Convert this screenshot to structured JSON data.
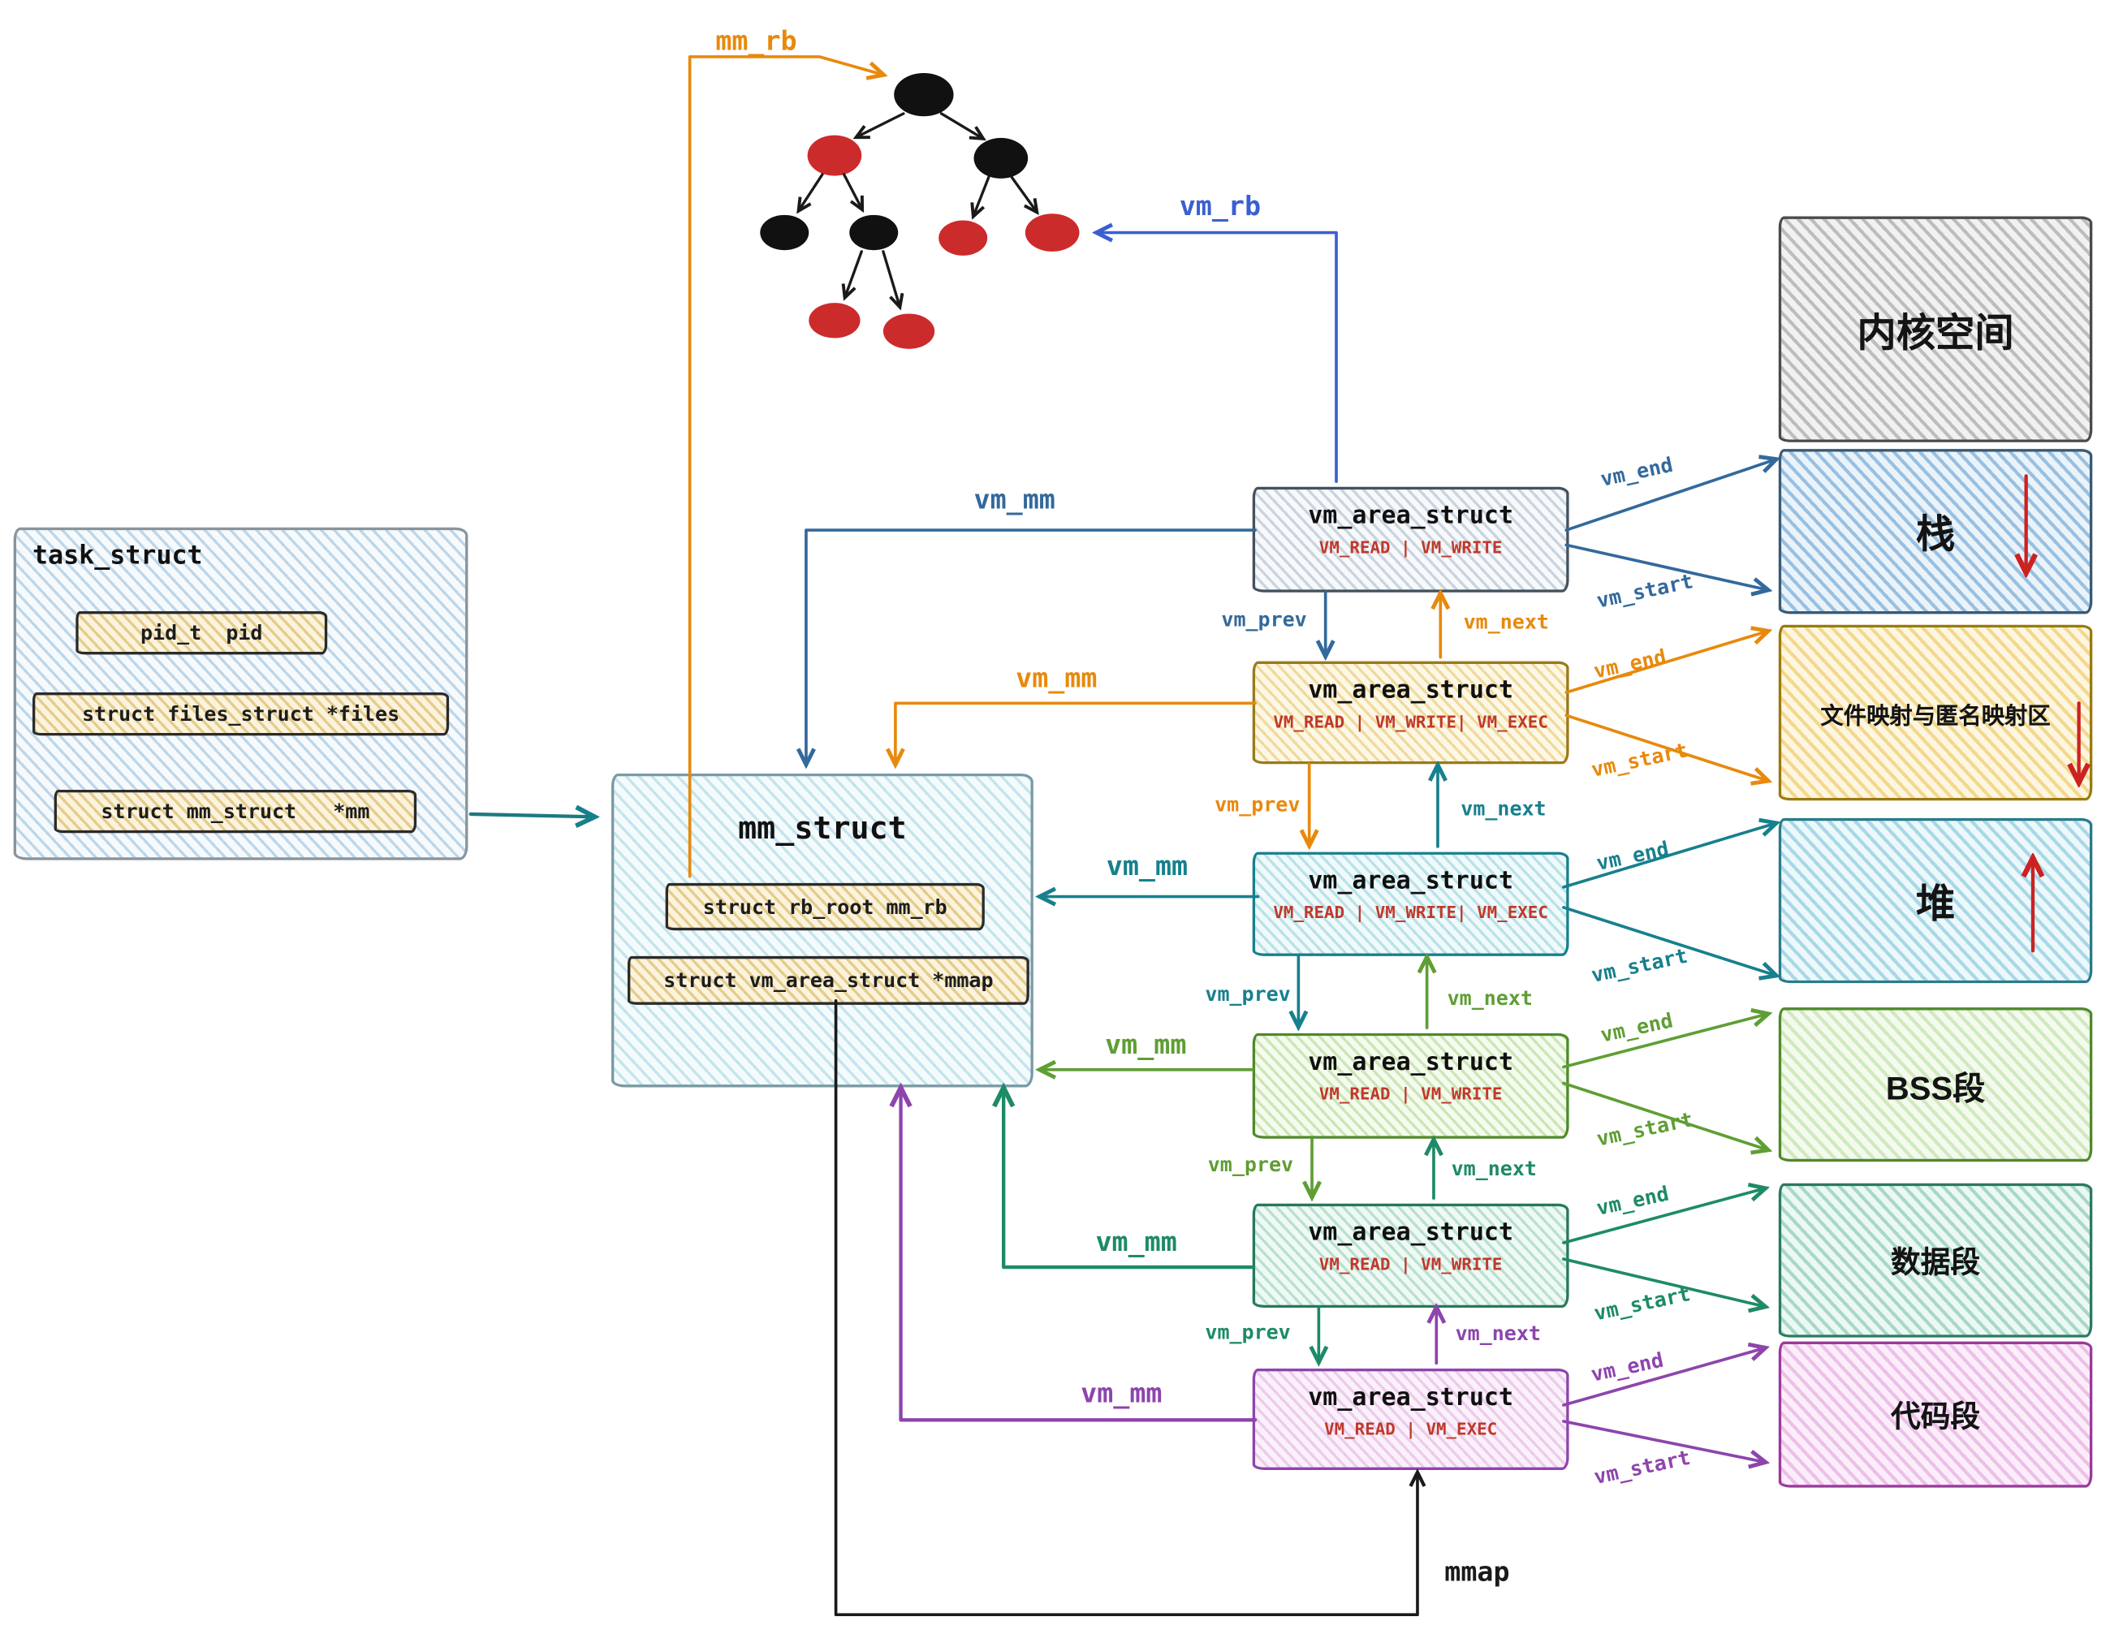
{
  "task_struct": {
    "title": "task_struct",
    "fields": [
      {
        "text": "pid_t  pid"
      },
      {
        "text": "struct files_struct *files"
      },
      {
        "text": "struct mm_struct   *mm"
      }
    ]
  },
  "mm_struct": {
    "title": "mm_struct",
    "fields": [
      {
        "text": "struct rb_root mm_rb"
      },
      {
        "text": "struct vm_area_struct *mmap"
      }
    ]
  },
  "vm_areas": [
    {
      "title": "vm_area_struct",
      "flags": "VM_READ | VM_WRITE"
    },
    {
      "title": "vm_area_struct",
      "flags": "VM_READ | VM_WRITE| VM_EXEC"
    },
    {
      "title": "vm_area_struct",
      "flags": "VM_READ | VM_WRITE| VM_EXEC"
    },
    {
      "title": "vm_area_struct",
      "flags": "VM_READ | VM_WRITE"
    },
    {
      "title": "vm_area_struct",
      "flags": "VM_READ | VM_WRITE"
    },
    {
      "title": "vm_area_struct",
      "flags": "VM_READ | VM_EXEC"
    }
  ],
  "regions": [
    {
      "label": "内核空间"
    },
    {
      "label": "栈"
    },
    {
      "label": "文件映射与匿名映射区"
    },
    {
      "label": "堆"
    },
    {
      "label": "BSS段"
    },
    {
      "label": "数据段"
    },
    {
      "label": "代码段"
    }
  ],
  "edge_labels": {
    "mm_rb": "mm_rb",
    "vm_rb": "vm_rb",
    "vm_mm": "vm_mm",
    "vm_prev": "vm_prev",
    "vm_next": "vm_next",
    "vm_end": "vm_end",
    "vm_start": "vm_start",
    "mmap": "mmap"
  },
  "colors": {
    "steel_blue": "#33699c",
    "orange": "#e8890c",
    "royal_blue": "#3a5fd0",
    "teal": "#17808d",
    "green": "#5f9e34",
    "dark_teal": "#1e8a68",
    "purple": "#8e44ad",
    "flag_red": "#c0392b",
    "tree_red": "#cc2b2b",
    "tree_black": "#111111",
    "region_arrow_red": "#cc2222"
  }
}
